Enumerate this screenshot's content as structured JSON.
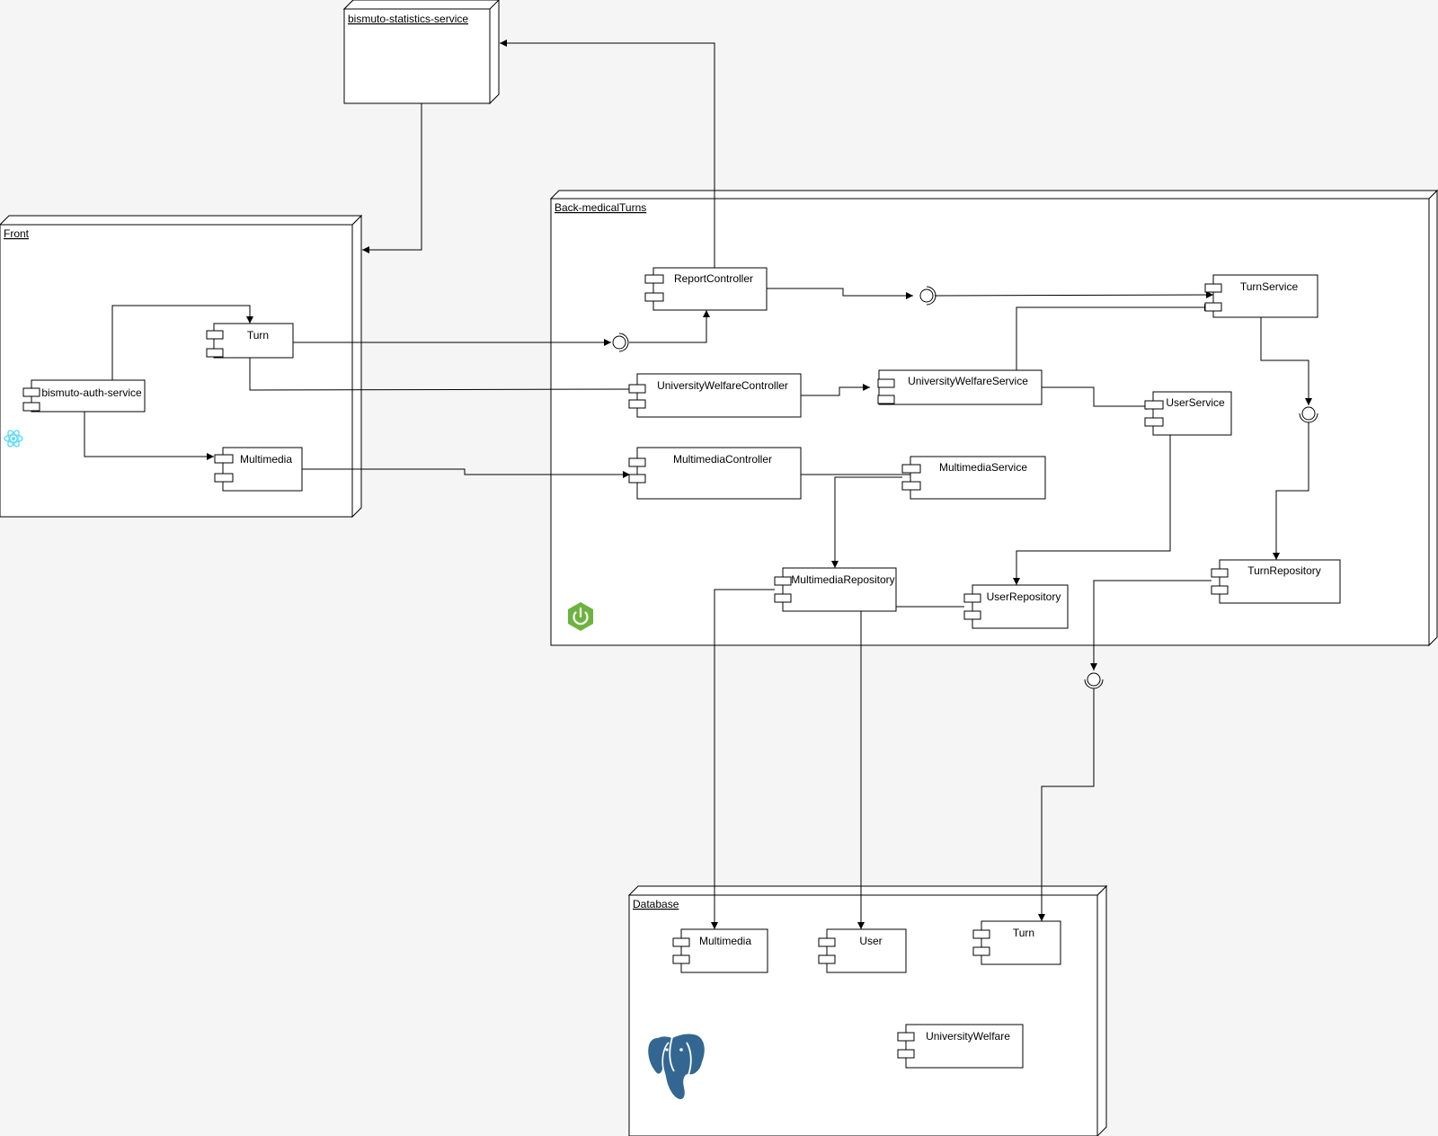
{
  "nodes": {
    "stats": "bismuto-statistics-service",
    "front": "Front",
    "back": "Back-medicalTurns",
    "db": "Database"
  },
  "components": {
    "front_turn": "Turn",
    "front_auth": "bismuto-auth-service",
    "front_multimedia": "Multimedia",
    "report_controller": "ReportController",
    "uw_controller": "UniversityWelfareController",
    "multimedia_controller": "MultimediaController",
    "uw_service": "UniversityWelfareService",
    "turn_service": "TurnService",
    "user_service": "UserService",
    "multimedia_service": "MultimediaService",
    "multimedia_repository": "MultimediaRepository",
    "user_repository": "UserRepository",
    "turn_repository": "TurnRepository",
    "db_multimedia": "Multimedia",
    "db_user": "User",
    "db_turn": "Turn",
    "db_university_welfare": "UniversityWelfare"
  },
  "logos": {
    "react": "react-logo-icon",
    "spring": "spring-power-icon",
    "postgres": "postgresql-elephant-icon"
  },
  "colors": {
    "background": "#f5f5f5",
    "react": "#61dafb",
    "spring": "#6db33f",
    "postgres": "#336791"
  }
}
